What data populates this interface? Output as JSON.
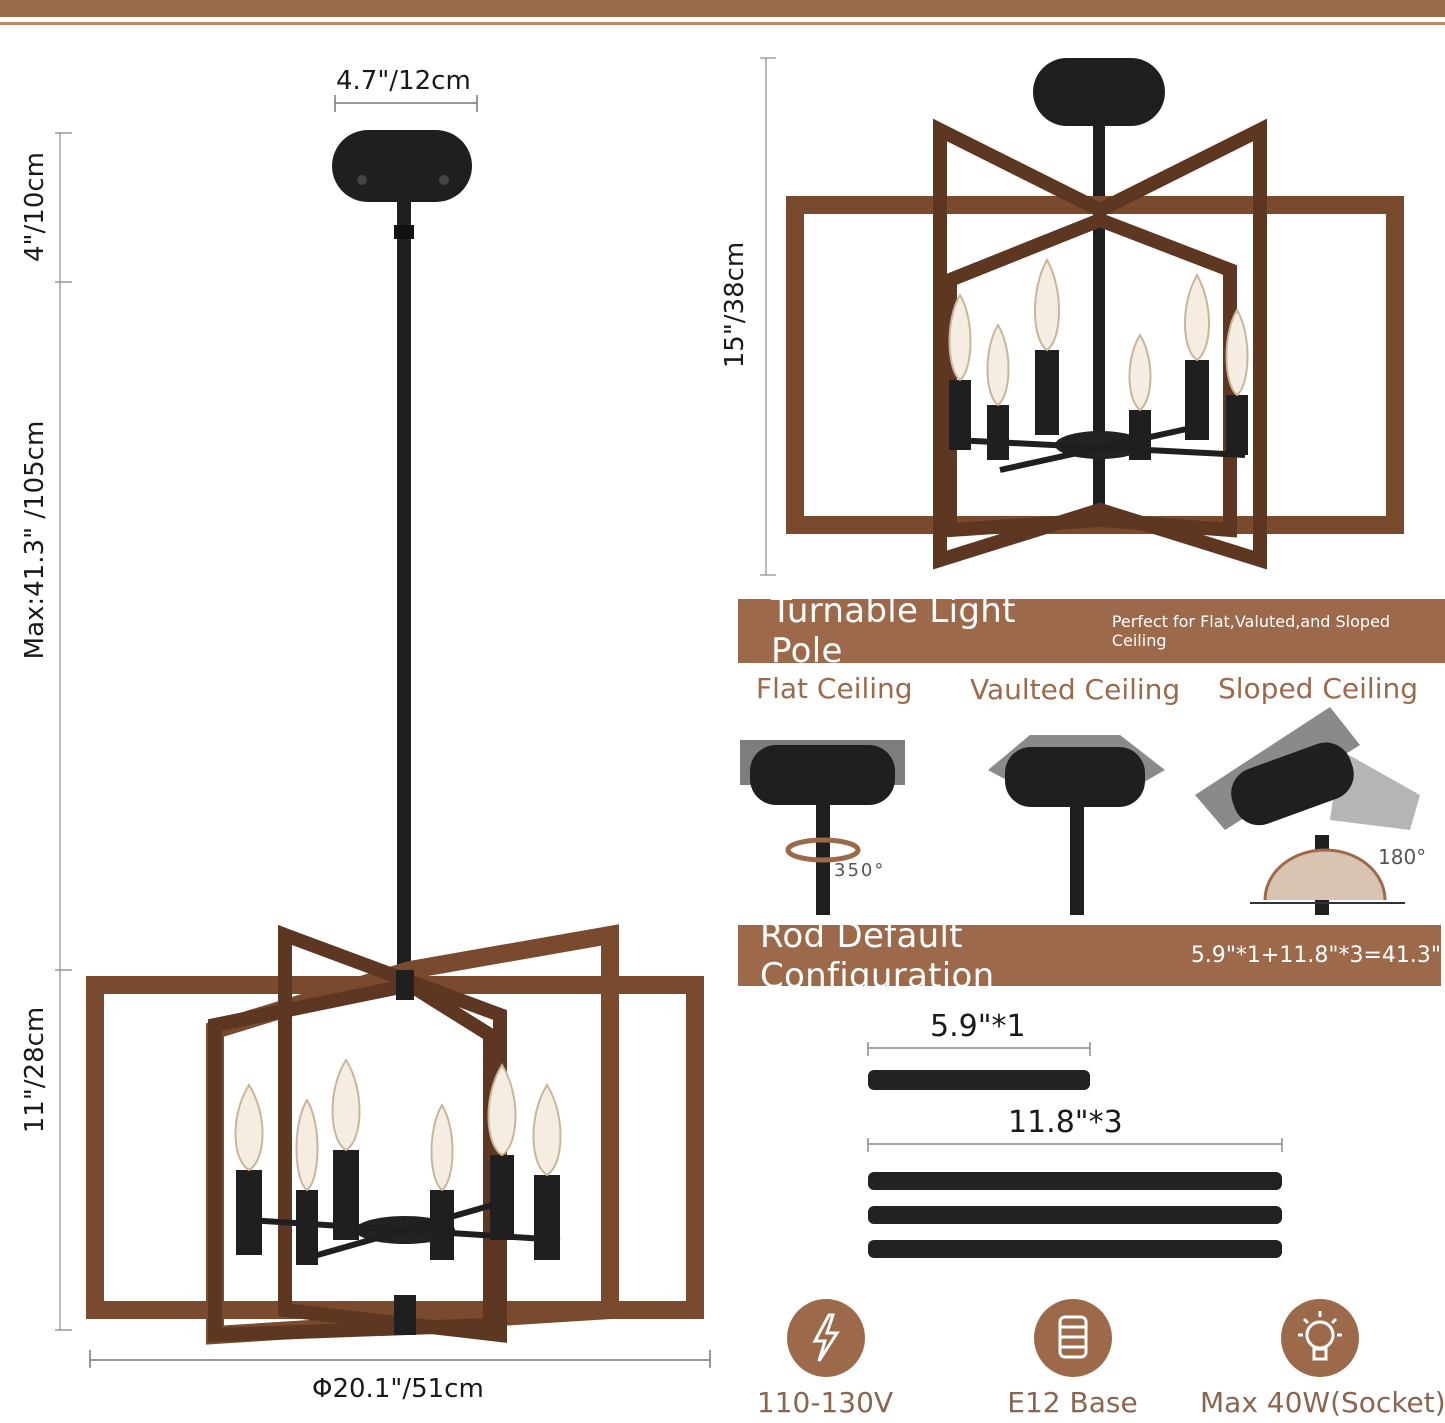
{
  "dimensions": {
    "canopy_width": "4.7\"/12cm",
    "canopy_height": "4\"/10cm",
    "max_length": "Max:41.3\" /105cm",
    "body_height": "11\"/28cm",
    "diameter": "Φ20.1\"/51cm",
    "flush_height": "15\"/38cm"
  },
  "turnable_band": {
    "title": "Turnable Light Pole",
    "subtitle": "Perfect for Flat,Valuted,and Sloped Ceiling"
  },
  "ceilings": [
    {
      "label": "Flat Ceiling",
      "angle": "350°"
    },
    {
      "label": "Vaulted Ceiling",
      "angle": ""
    },
    {
      "label": "Sloped Ceiling",
      "angle": "180°"
    }
  ],
  "rod_band": {
    "title": "Rod Default Configuration",
    "formula": "5.9\"*1+11.8\"*3=41.3\""
  },
  "rods": {
    "short_label": "5.9\"*1",
    "long_label": "11.8\"*3"
  },
  "specs": [
    {
      "icon": "lightning-icon",
      "label": "110-130V"
    },
    {
      "icon": "bulb-base-icon",
      "label": "E12 Base"
    },
    {
      "icon": "bulb-icon",
      "label": "Max 40W(Socket)"
    }
  ],
  "colors": {
    "accent": "#9c6a4b",
    "wood": "#7a4a2e",
    "metal": "#1f1f1f"
  }
}
